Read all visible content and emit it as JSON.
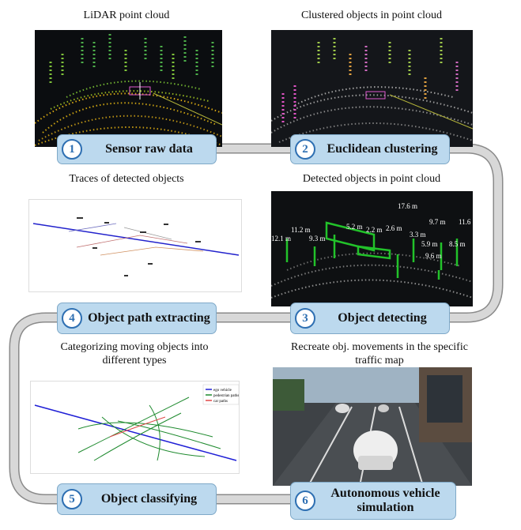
{
  "captions": {
    "lidar": "LiDAR point cloud",
    "clustered": "Clustered objects in point cloud",
    "traces": "Traces of detected objects",
    "detected": "Detected objects in point cloud",
    "categorizing": "Categorizing moving objects into different types",
    "recreate": "Recreate obj. movements in the specific traffic map"
  },
  "stages": [
    {
      "num": "1",
      "label": "Sensor raw data"
    },
    {
      "num": "2",
      "label": "Euclidean clustering"
    },
    {
      "num": "3",
      "label": "Object detecting"
    },
    {
      "num": "4",
      "label": "Object path extracting"
    },
    {
      "num": "5",
      "label": "Object classifying"
    },
    {
      "num": "6",
      "label": "Autonomous vehicle simulation"
    }
  ],
  "detection_labels": [
    "17.6 m",
    "11.2 m",
    "5.2 m",
    "9.7 m",
    "11.6",
    "12.1 m",
    "9.3 m",
    "2.2 m",
    "2.6 m",
    "3.3 m",
    "5.9 m",
    "8.5 m",
    "9.6 m"
  ],
  "legend": {
    "items": [
      {
        "label": "ego vehicle",
        "color": "#1f1fd6"
      },
      {
        "label": "pedestrian paths",
        "color": "#1e8a2e"
      },
      {
        "label": "car paths",
        "color": "#e04848"
      }
    ]
  },
  "colors": {
    "stage_fill": "#bcd9ee",
    "connector": "#c9c9c9",
    "number": "#2e6fb2"
  }
}
